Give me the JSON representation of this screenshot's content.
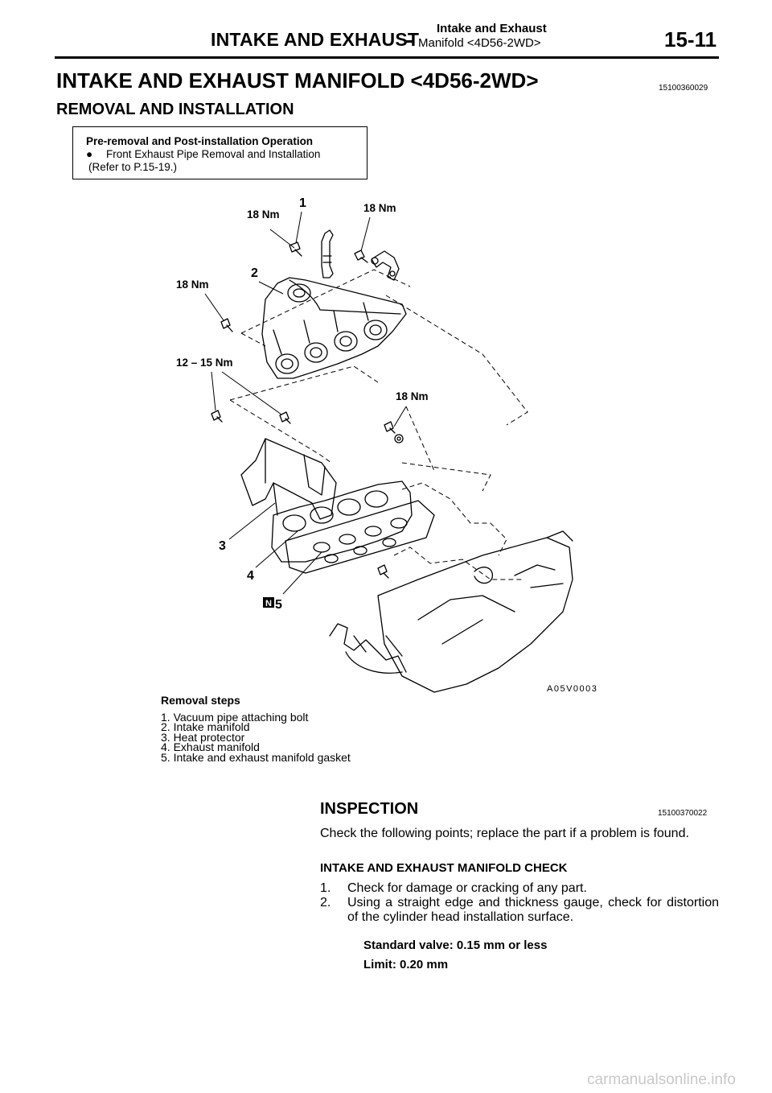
{
  "header": {
    "main": "INTAKE AND EXHAUST",
    "sub_line1": "Intake and Exhaust",
    "sub_line2": "Manifold <4D56-2WD>",
    "page_number": "15-11"
  },
  "section": {
    "title": "INTAKE AND EXHAUST MANIFOLD <4D56-2WD>",
    "code": "15100360029",
    "subtitle": "REMOVAL AND INSTALLATION"
  },
  "pre_removal": {
    "title": "Pre-removal and Post-installation Operation",
    "bullet": "Front Exhaust Pipe Removal and Installation",
    "ref": "(Refer to P.15-19.)"
  },
  "figure": {
    "code": "A05V0003",
    "torque_labels": [
      "18 Nm",
      "18 Nm",
      "18 Nm",
      "12 – 15 Nm",
      "18 Nm"
    ],
    "part_labels": [
      "1",
      "2",
      "3",
      "4",
      "5"
    ],
    "new_part_marker": "N"
  },
  "removal_steps": {
    "heading": "Removal steps",
    "items": [
      "1. Vacuum pipe attaching bolt",
      "2. Intake manifold",
      "3. Heat protector",
      "4. Exhaust manifold",
      "5. Intake and exhaust manifold gasket"
    ]
  },
  "inspection": {
    "title": "INSPECTION",
    "code": "15100370022",
    "intro": "Check the following points; replace the part if a problem is found.",
    "check_title": "INTAKE AND EXHAUST MANIFOLD CHECK",
    "checks": [
      {
        "num": "1.",
        "text": "Check for damage or cracking of any part."
      },
      {
        "num": "2.",
        "text": "Using a straight edge and thickness gauge, check for distortion of the cylinder head installation surface."
      }
    ],
    "standard": "Standard valve: 0.15 mm or less",
    "limit": "Limit: 0.20 mm"
  },
  "watermark": "carmanualsonline.info"
}
